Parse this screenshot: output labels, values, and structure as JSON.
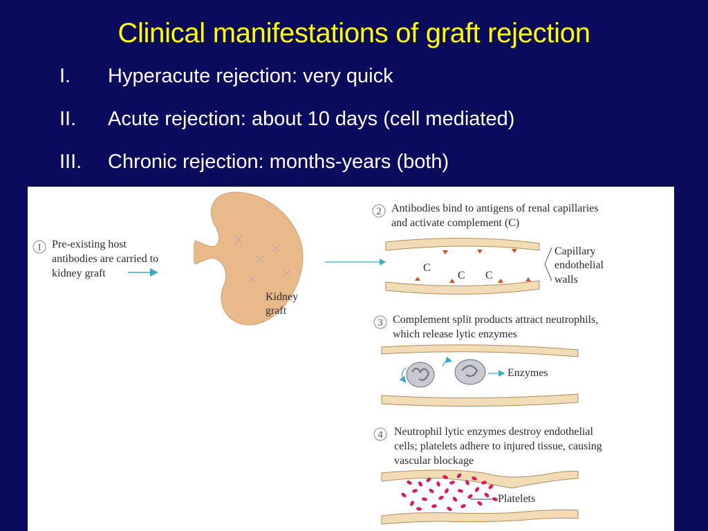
{
  "slide": {
    "title": "Clinical manifestations of graft rejection",
    "items": [
      {
        "numeral": "I.",
        "text": "Hyperacute rejection: very quick"
      },
      {
        "numeral": "II.",
        "text": "Acute rejection: about 10 days (cell mediated)"
      },
      {
        "numeral": "III.",
        "text": "Chronic rejection: months-years (both)"
      }
    ]
  },
  "figure": {
    "step1": {
      "num": "1",
      "lines": [
        "Pre-existing host",
        "antibodies are carried to",
        "kidney graft"
      ]
    },
    "kidney_label": [
      "Kidney",
      "graft"
    ],
    "step2": {
      "num": "2",
      "lines": [
        "Antibodies bind to antigens of renal capillaries",
        "and activate complement (C)"
      ]
    },
    "complement_label": "C",
    "capillary_label": [
      "Capillary",
      "endothelial",
      "walls"
    ],
    "step3": {
      "num": "3",
      "lines": [
        "Complement split products attract neutrophils,",
        "which release lytic enzymes"
      ]
    },
    "enzymes_label": "Enzymes",
    "step4": {
      "num": "4",
      "lines": [
        "Neutrophil lytic enzymes destroy endothelial",
        "cells; platelets adhere to injured tissue, causing",
        "vascular blockage"
      ]
    },
    "platelets_label": "Platelets"
  },
  "colors": {
    "background": "#0b0b5e",
    "title": "#ffff00",
    "text": "#ffffff",
    "kidney": "#e8b98a",
    "vessel": "#f1dcb6",
    "arrow": "#3aa9c8",
    "platelet": "#d81b60"
  }
}
